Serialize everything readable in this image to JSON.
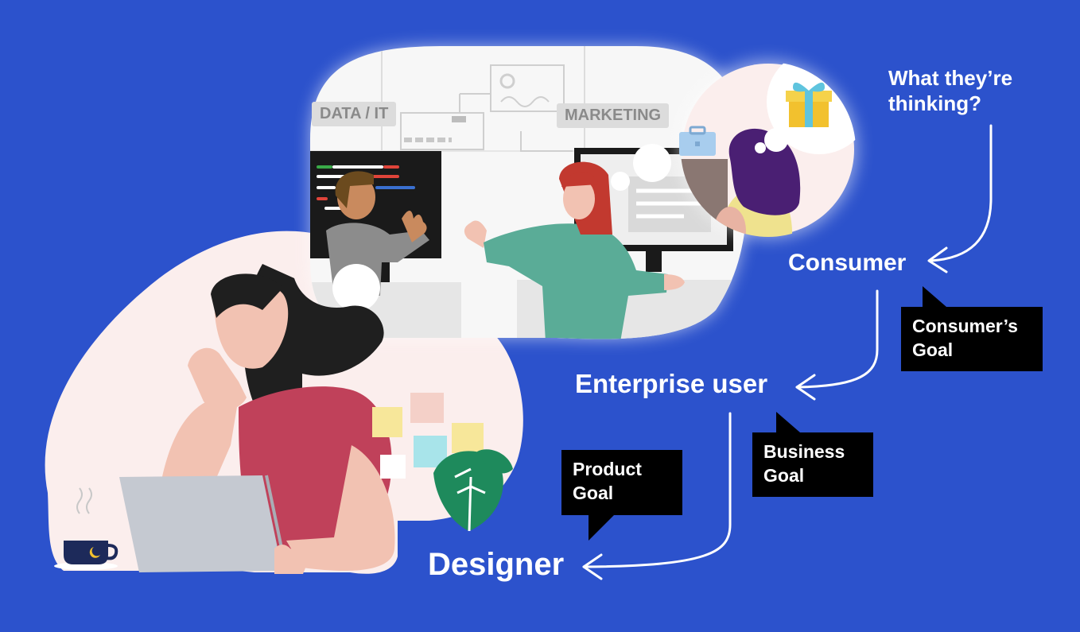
{
  "canvas": {
    "background": "#2c52cc",
    "ink": "#ffffff",
    "bubble_fill": "#000000"
  },
  "flow": {
    "question": {
      "line1": "What they’re",
      "line2": "thinking?"
    },
    "nodes": {
      "consumer": "Consumer",
      "enterprise_user": "Enterprise user",
      "designer": "Designer"
    },
    "goals": {
      "consumer_goal": {
        "line1": "Consumer’s",
        "line2": "Goal"
      },
      "business_goal": {
        "line1": "Business",
        "line2": "Goal"
      },
      "product_goal": {
        "line1": "Product",
        "line2": "Goal"
      }
    }
  },
  "illustration": {
    "office_tags": {
      "data_it": "DATA / IT",
      "marketing": "MARKETING"
    },
    "icons": [
      "gift-icon",
      "briefcase-icon",
      "gear-icon",
      "refresh-icon",
      "coffee-cup-icon",
      "moon-icon",
      "monstera-plant-icon"
    ],
    "colors": {
      "blob": "#fbeeed",
      "shirt_designer": "#c0415a",
      "shirt_marketer": "#5aac97",
      "hair_marketer": "#c2392f",
      "hair_consumer": "#4a1f73"
    }
  }
}
